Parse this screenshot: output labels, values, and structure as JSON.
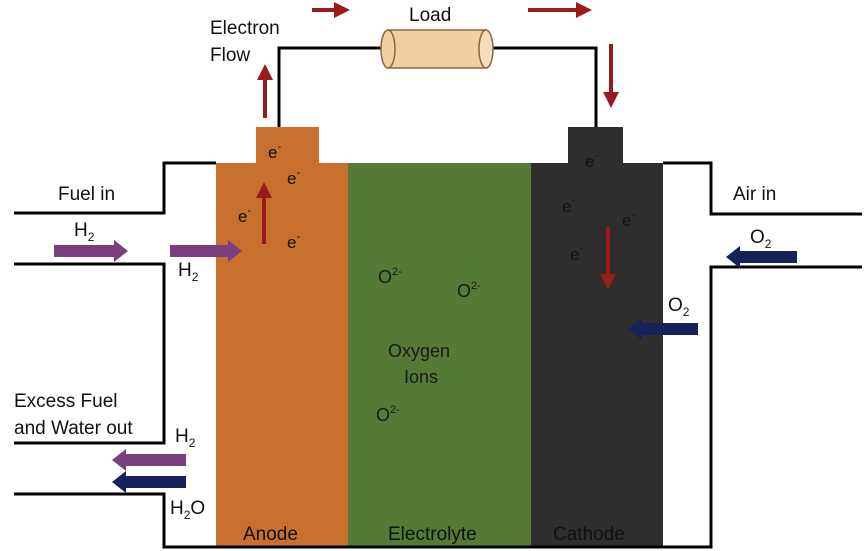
{
  "colors": {
    "anode": "#c8702f",
    "electrolyte": "#557a37",
    "cathode": "#2e2e2e",
    "load": "#f2cfa3",
    "electron_arrow": "#9a1b1b",
    "fuel_arrow": "#7a3f7e",
    "air_arrow": "#17225a",
    "wire": "#000000"
  },
  "labels": {
    "electron_flow_line1": "Electron",
    "electron_flow_line2": "Flow",
    "load": "Load",
    "fuel_in": "Fuel in",
    "air_in": "Air in",
    "excess_line1": "Excess Fuel",
    "excess_line2": "and Water out",
    "oxygen_ions_line1": "Oxygen",
    "oxygen_ions_line2": "Ions",
    "anode": "Anode",
    "electrolyte": "Electrolyte",
    "cathode": "Cathode"
  },
  "species": {
    "h2_base": "H",
    "h2_sub": "2",
    "o2_base": "O",
    "o2_sub": "2",
    "h2o_pre": "H",
    "h2o_sub": "2",
    "h2o_post": "O",
    "oxide_base": "O",
    "oxide_sup": "2-",
    "electron_base": "e",
    "electron_sup": "-"
  }
}
